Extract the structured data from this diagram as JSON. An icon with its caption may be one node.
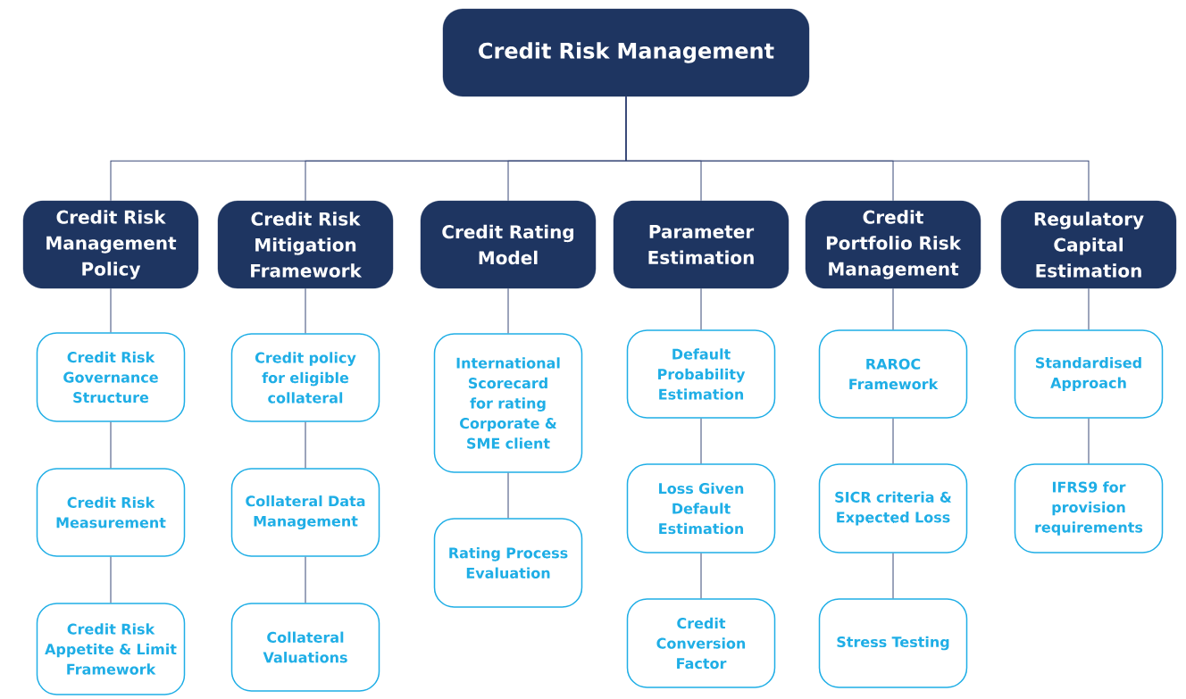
{
  "diagram": {
    "nodes": [
      {
        "text": [
          "Credit Risk Management"
        ]
      },
      {
        "text": [
          "Credit Risk Management Policy"
        ]
      },
      {
        "text": [
          "Credit Risk Mitigation Framework"
        ]
      },
      {
        "text": [
          "Credit Rating Model"
        ]
      },
      {
        "text": [
          "Parameter Estimation"
        ]
      },
      {
        "text": [
          "Credit Portfolio Risk Management"
        ]
      },
      {
        "text": [
          "Regulatory Capital Estimation"
        ]
      },
      {
        "text": [
          "Credit Risk Governance Structure"
        ]
      },
      {
        "text": [
          "Credit Risk Measurement"
        ]
      },
      {
        "text": [
          "Credit Risk Appetite & Limit Framework"
        ]
      },
      {
        "text": [
          "Credit policy for eligible collateral"
        ]
      },
      {
        "text": [
          "Collateral Data Management"
        ]
      },
      {
        "text": [
          "Collateral Valuations"
        ]
      },
      {
        "text": [
          "International Scorecard for rating Corporate & SME client"
        ]
      },
      {
        "text": [
          "Rating Process Evaluation"
        ]
      },
      {
        "text": [
          "Default Probability Estimation"
        ]
      },
      {
        "text": [
          "Loss Given Default Estimation"
        ]
      },
      {
        "text": [
          "Credit Conversion Factor"
        ]
      },
      {
        "text": [
          "RAROC Framework"
        ]
      },
      {
        "text": [
          "SICR criteria & Expected Loss"
        ]
      },
      {
        "text": [
          "Stress Testing"
        ]
      },
      {
        "text": [
          "Standardised Approach"
        ]
      },
      {
        "text": [
          "IFRS9 for provision requirements"
        ]
      }
    ],
    "edges": [
      {
        "from": 0,
        "to": 1,
        "arrow": "none"
      },
      {
        "from": 0,
        "to": 2,
        "arrow": "none"
      },
      {
        "from": 0,
        "to": 3,
        "arrow": "none"
      },
      {
        "from": 0,
        "to": 4,
        "arrow": "none"
      },
      {
        "from": 0,
        "to": 5,
        "arrow": "none"
      },
      {
        "from": 0,
        "to": 6,
        "arrow": "none"
      },
      {
        "from": 1,
        "to": 7,
        "arrow": "none"
      },
      {
        "from": 7,
        "to": 8,
        "arrow": "none"
      },
      {
        "from": 8,
        "to": 9,
        "arrow": "none"
      },
      {
        "from": 2,
        "to": 10,
        "arrow": "none"
      },
      {
        "from": 10,
        "to": 11,
        "arrow": "none"
      },
      {
        "from": 11,
        "to": 12,
        "arrow": "none"
      },
      {
        "from": 3,
        "to": 13,
        "arrow": "none"
      },
      {
        "from": 13,
        "to": 14,
        "arrow": "none"
      },
      {
        "from": 4,
        "to": 15,
        "arrow": "none"
      },
      {
        "from": 15,
        "to": 16,
        "arrow": "none"
      },
      {
        "from": 16,
        "to": 17,
        "arrow": "none"
      },
      {
        "from": 5,
        "to": 18,
        "arrow": "none"
      },
      {
        "from": 18,
        "to": 19,
        "arrow": "none"
      },
      {
        "from": 19,
        "to": 20,
        "arrow": "none"
      },
      {
        "from": 6,
        "to": 21,
        "arrow": "none"
      },
      {
        "from": 21,
        "to": 22,
        "arrow": "none"
      }
    ]
  }
}
